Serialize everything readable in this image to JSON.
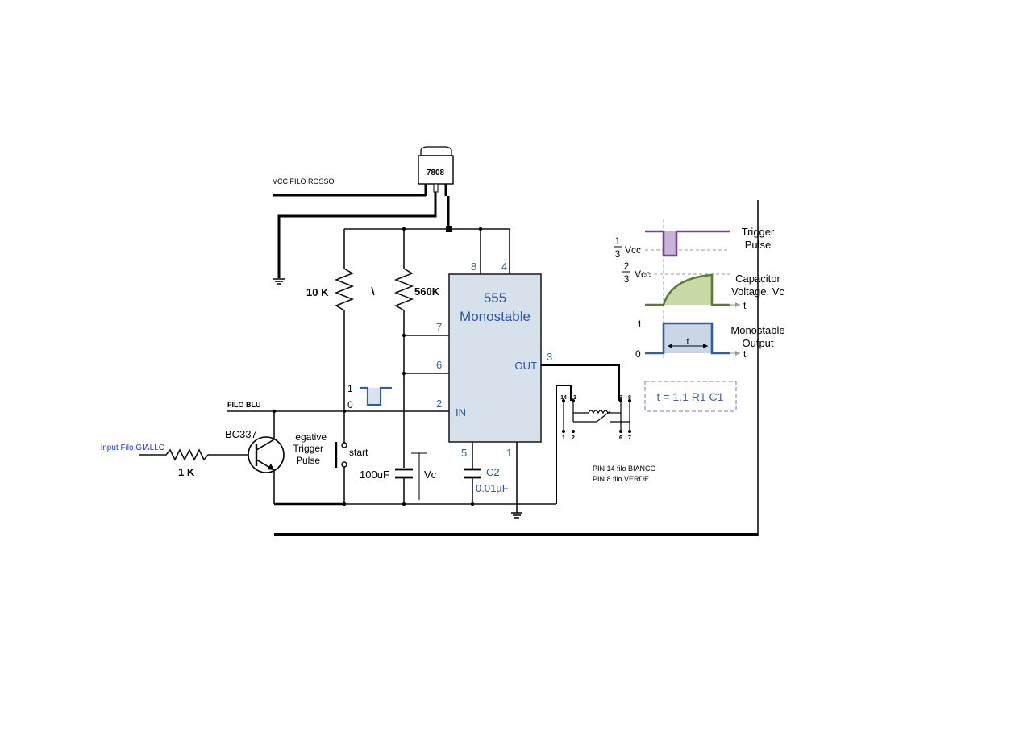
{
  "regulator": {
    "label": "7808"
  },
  "labels": {
    "vcc": "VCC FILO ROSSO",
    "filo_blu": "FILO BLU",
    "input": "input Filo GIALLO",
    "r_input": "1 K",
    "transistor": "BC337",
    "r1": "10 K",
    "r2": "560K",
    "trigger_line1": "egative",
    "trigger_line2": "Trigger",
    "trigger_line3": "Pulse",
    "start": "start",
    "cap1": "100uF",
    "vc": "Vc",
    "c2": "C2",
    "c2_value": "0.01µF",
    "pulse_high": "1",
    "pulse_low": "0"
  },
  "chip": {
    "title_line1": "555",
    "title_line2": "Monostable",
    "pin_in": "IN",
    "pin_out": "OUT",
    "pins": {
      "p8": "8",
      "p4": "4",
      "p7": "7",
      "p6": "6",
      "p2": "2",
      "p3": "3",
      "p5": "5",
      "p1": "1"
    }
  },
  "relay": {
    "pins_top": [
      "14",
      "13",
      "9",
      "8"
    ],
    "pins_bottom": [
      "1",
      "2",
      "6",
      "7"
    ],
    "note_line1": "PIN 14 filo BIANCO",
    "note_line2": "PIN 8  filo  VERDE"
  },
  "timing": {
    "trigger_label1": "Trigger",
    "trigger_label2": "Pulse",
    "frac1_num": "1",
    "frac1_den": "3",
    "frac1_unit": "Vcc",
    "frac2_num": "2",
    "frac2_den": "3",
    "frac2_unit": "Vcc",
    "cap_label1": "Capacitor",
    "cap_label2": "Voltage, Vc",
    "t_axis": "t",
    "out_label1": "Monostable",
    "out_label2": "Output",
    "level1": "1",
    "level0": "0",
    "t_width": "t",
    "formula": "t = 1.1 R1 C1",
    "colors": {
      "trigger": "#7b3f98",
      "capacitor": "#5a7a36",
      "output": "#2e5f9e"
    }
  }
}
